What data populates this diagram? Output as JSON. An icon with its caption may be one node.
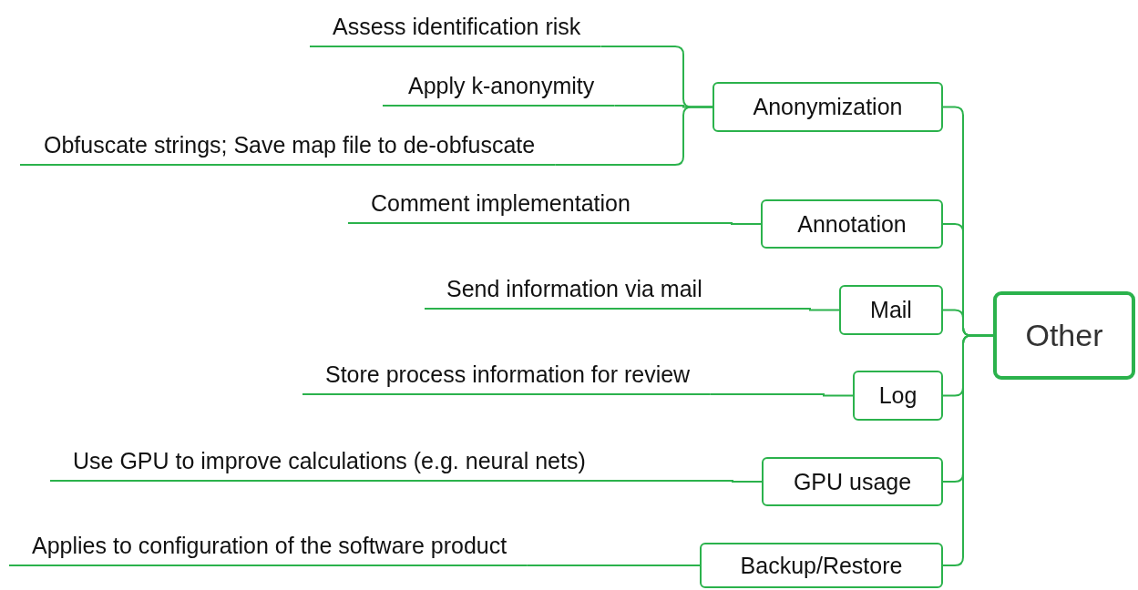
{
  "diagram": {
    "nodes": [
      {
        "text": [
          "Other"
        ]
      },
      {
        "text": [
          "Anonymization"
        ]
      },
      {
        "text": [
          "Assess identification risk"
        ]
      },
      {
        "text": [
          "Apply k-anonymity"
        ]
      },
      {
        "text": [
          "Obfuscate strings; Save map file to de-obfuscate"
        ]
      },
      {
        "text": [
          "Annotation"
        ]
      },
      {
        "text": [
          "Comment implementation"
        ]
      },
      {
        "text": [
          "Mail"
        ]
      },
      {
        "text": [
          "Send information via mail"
        ]
      },
      {
        "text": [
          "Log"
        ]
      },
      {
        "text": [
          "Store process information for review"
        ]
      },
      {
        "text": [
          "GPU usage"
        ]
      },
      {
        "text": [
          "Use GPU to improve calculations (e.g. neural nets)"
        ]
      },
      {
        "text": [
          "Backup/Restore"
        ]
      },
      {
        "text": [
          "Applies to configuration of the software product"
        ]
      }
    ],
    "edges": [
      {
        "from": 0,
        "to": 1,
        "arrow": "none"
      },
      {
        "from": 0,
        "to": 5,
        "arrow": "none"
      },
      {
        "from": 0,
        "to": 7,
        "arrow": "none"
      },
      {
        "from": 0,
        "to": 9,
        "arrow": "none"
      },
      {
        "from": 0,
        "to": 11,
        "arrow": "none"
      },
      {
        "from": 0,
        "to": 13,
        "arrow": "none"
      },
      {
        "from": 1,
        "to": 2,
        "arrow": "none"
      },
      {
        "from": 1,
        "to": 3,
        "arrow": "none"
      },
      {
        "from": 1,
        "to": 4,
        "arrow": "none"
      },
      {
        "from": 5,
        "to": 6,
        "arrow": "none"
      },
      {
        "from": 7,
        "to": 8,
        "arrow": "none"
      },
      {
        "from": 9,
        "to": 10,
        "arrow": "none"
      },
      {
        "from": 11,
        "to": 12,
        "arrow": "none"
      },
      {
        "from": 13,
        "to": 14,
        "arrow": "none"
      }
    ]
  }
}
